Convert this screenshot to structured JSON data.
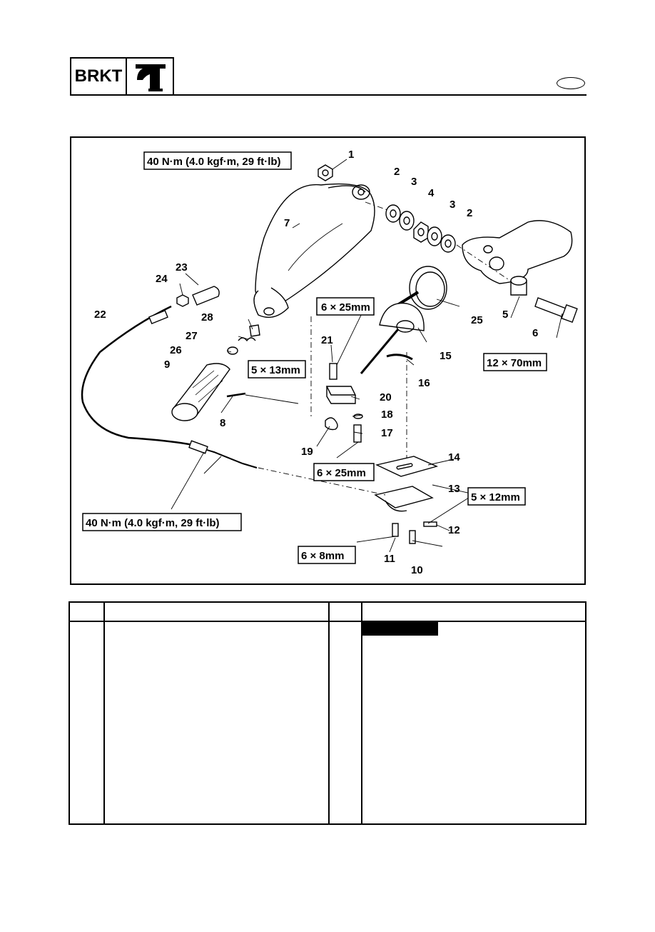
{
  "header": {
    "section_code": "BRKT",
    "section_icon": "outboard-bracket-icon"
  },
  "diagram": {
    "part_numbers": [
      "1",
      "2",
      "3",
      "4",
      "3",
      "2",
      "5",
      "6",
      "7",
      "8",
      "9",
      "10",
      "11",
      "12",
      "13",
      "14",
      "15",
      "16",
      "17",
      "18",
      "19",
      "20",
      "21",
      "22",
      "23",
      "24",
      "25",
      "26",
      "27",
      "28"
    ],
    "spec_labels": {
      "torque_top": "40 N·m (4.0 kgf·m, 29 ft·lb)",
      "torque_bottom": "40 N·m (4.0 kgf·m, 29 ft·lb)",
      "bolt_21": "6 × 25mm",
      "bolt_17": "6 × 25mm",
      "screw_8": "5 × 13mm",
      "bolt_6": "12 × 70mm",
      "screw_12": "5 × 12mm",
      "bolt_11": "6 ×  8mm"
    }
  },
  "table": {
    "header_cells": [
      "",
      "",
      "",
      ""
    ],
    "note_tag_color": "#000000"
  }
}
